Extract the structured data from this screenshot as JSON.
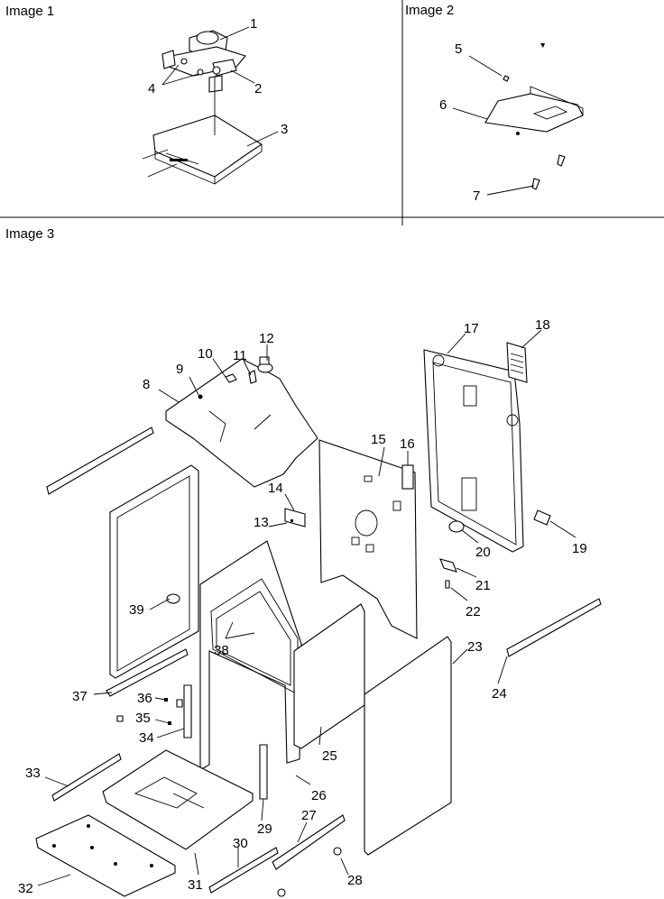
{
  "panels": [
    {
      "id": "image-1",
      "title": "Image 1"
    },
    {
      "id": "image-2",
      "title": "Image 2"
    },
    {
      "id": "image-3",
      "title": "Image 3"
    }
  ],
  "callouts": [
    "1",
    "2",
    "3",
    "4",
    "5",
    "6",
    "7",
    "8",
    "9",
    "10",
    "11",
    "12",
    "13",
    "14",
    "15",
    "16",
    "17",
    "18",
    "19",
    "20",
    "21",
    "22",
    "23",
    "24",
    "25",
    "26",
    "27",
    "28",
    "29",
    "30",
    "31",
    "32",
    "33",
    "34",
    "35",
    "36",
    "37",
    "38",
    "39"
  ]
}
